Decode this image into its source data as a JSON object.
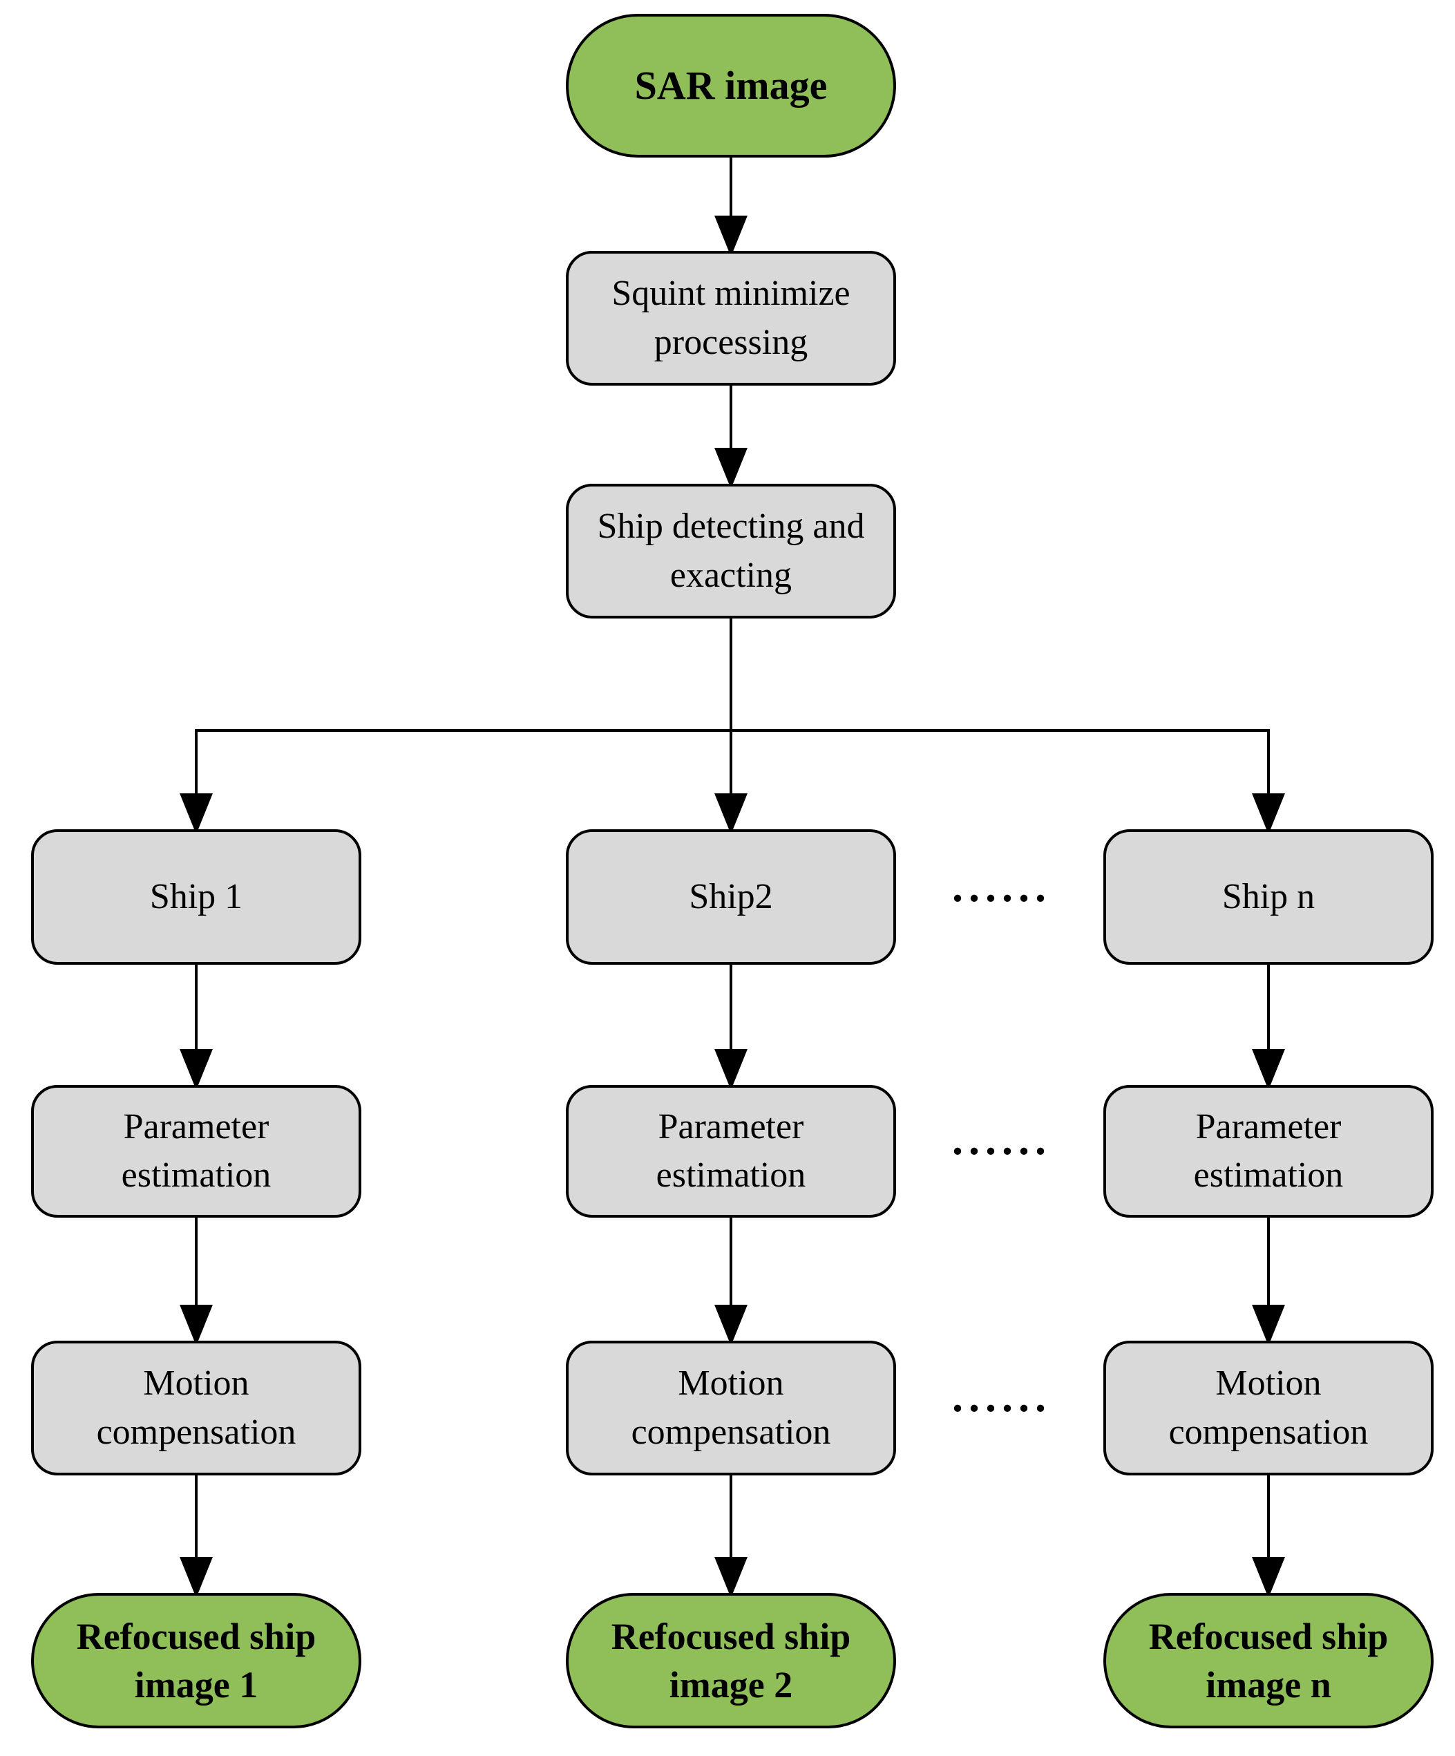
{
  "flowchart": {
    "start": {
      "label": "SAR image"
    },
    "steps": [
      {
        "label": "Squint minimize\nprocessing"
      },
      {
        "label": "Ship detecting and\nexacting"
      }
    ],
    "branches": [
      {
        "ship": "Ship 1",
        "parameter": "Parameter\nestimation",
        "motion": "Motion\ncompensation",
        "output": "Refocused ship\nimage 1"
      },
      {
        "ship": "Ship2",
        "parameter": "Parameter\nestimation",
        "motion": "Motion\ncompensation",
        "output": "Refocused ship\nimage 2"
      },
      {
        "ship": "Ship n",
        "parameter": "Parameter\nestimation",
        "motion": "Motion\ncompensation",
        "output": "Refocused ship\nimage n"
      }
    ],
    "ellipsis": "......",
    "colors": {
      "terminal_fill": "#90BE58",
      "process_fill": "#D9D9D9",
      "stroke": "#000000"
    }
  }
}
